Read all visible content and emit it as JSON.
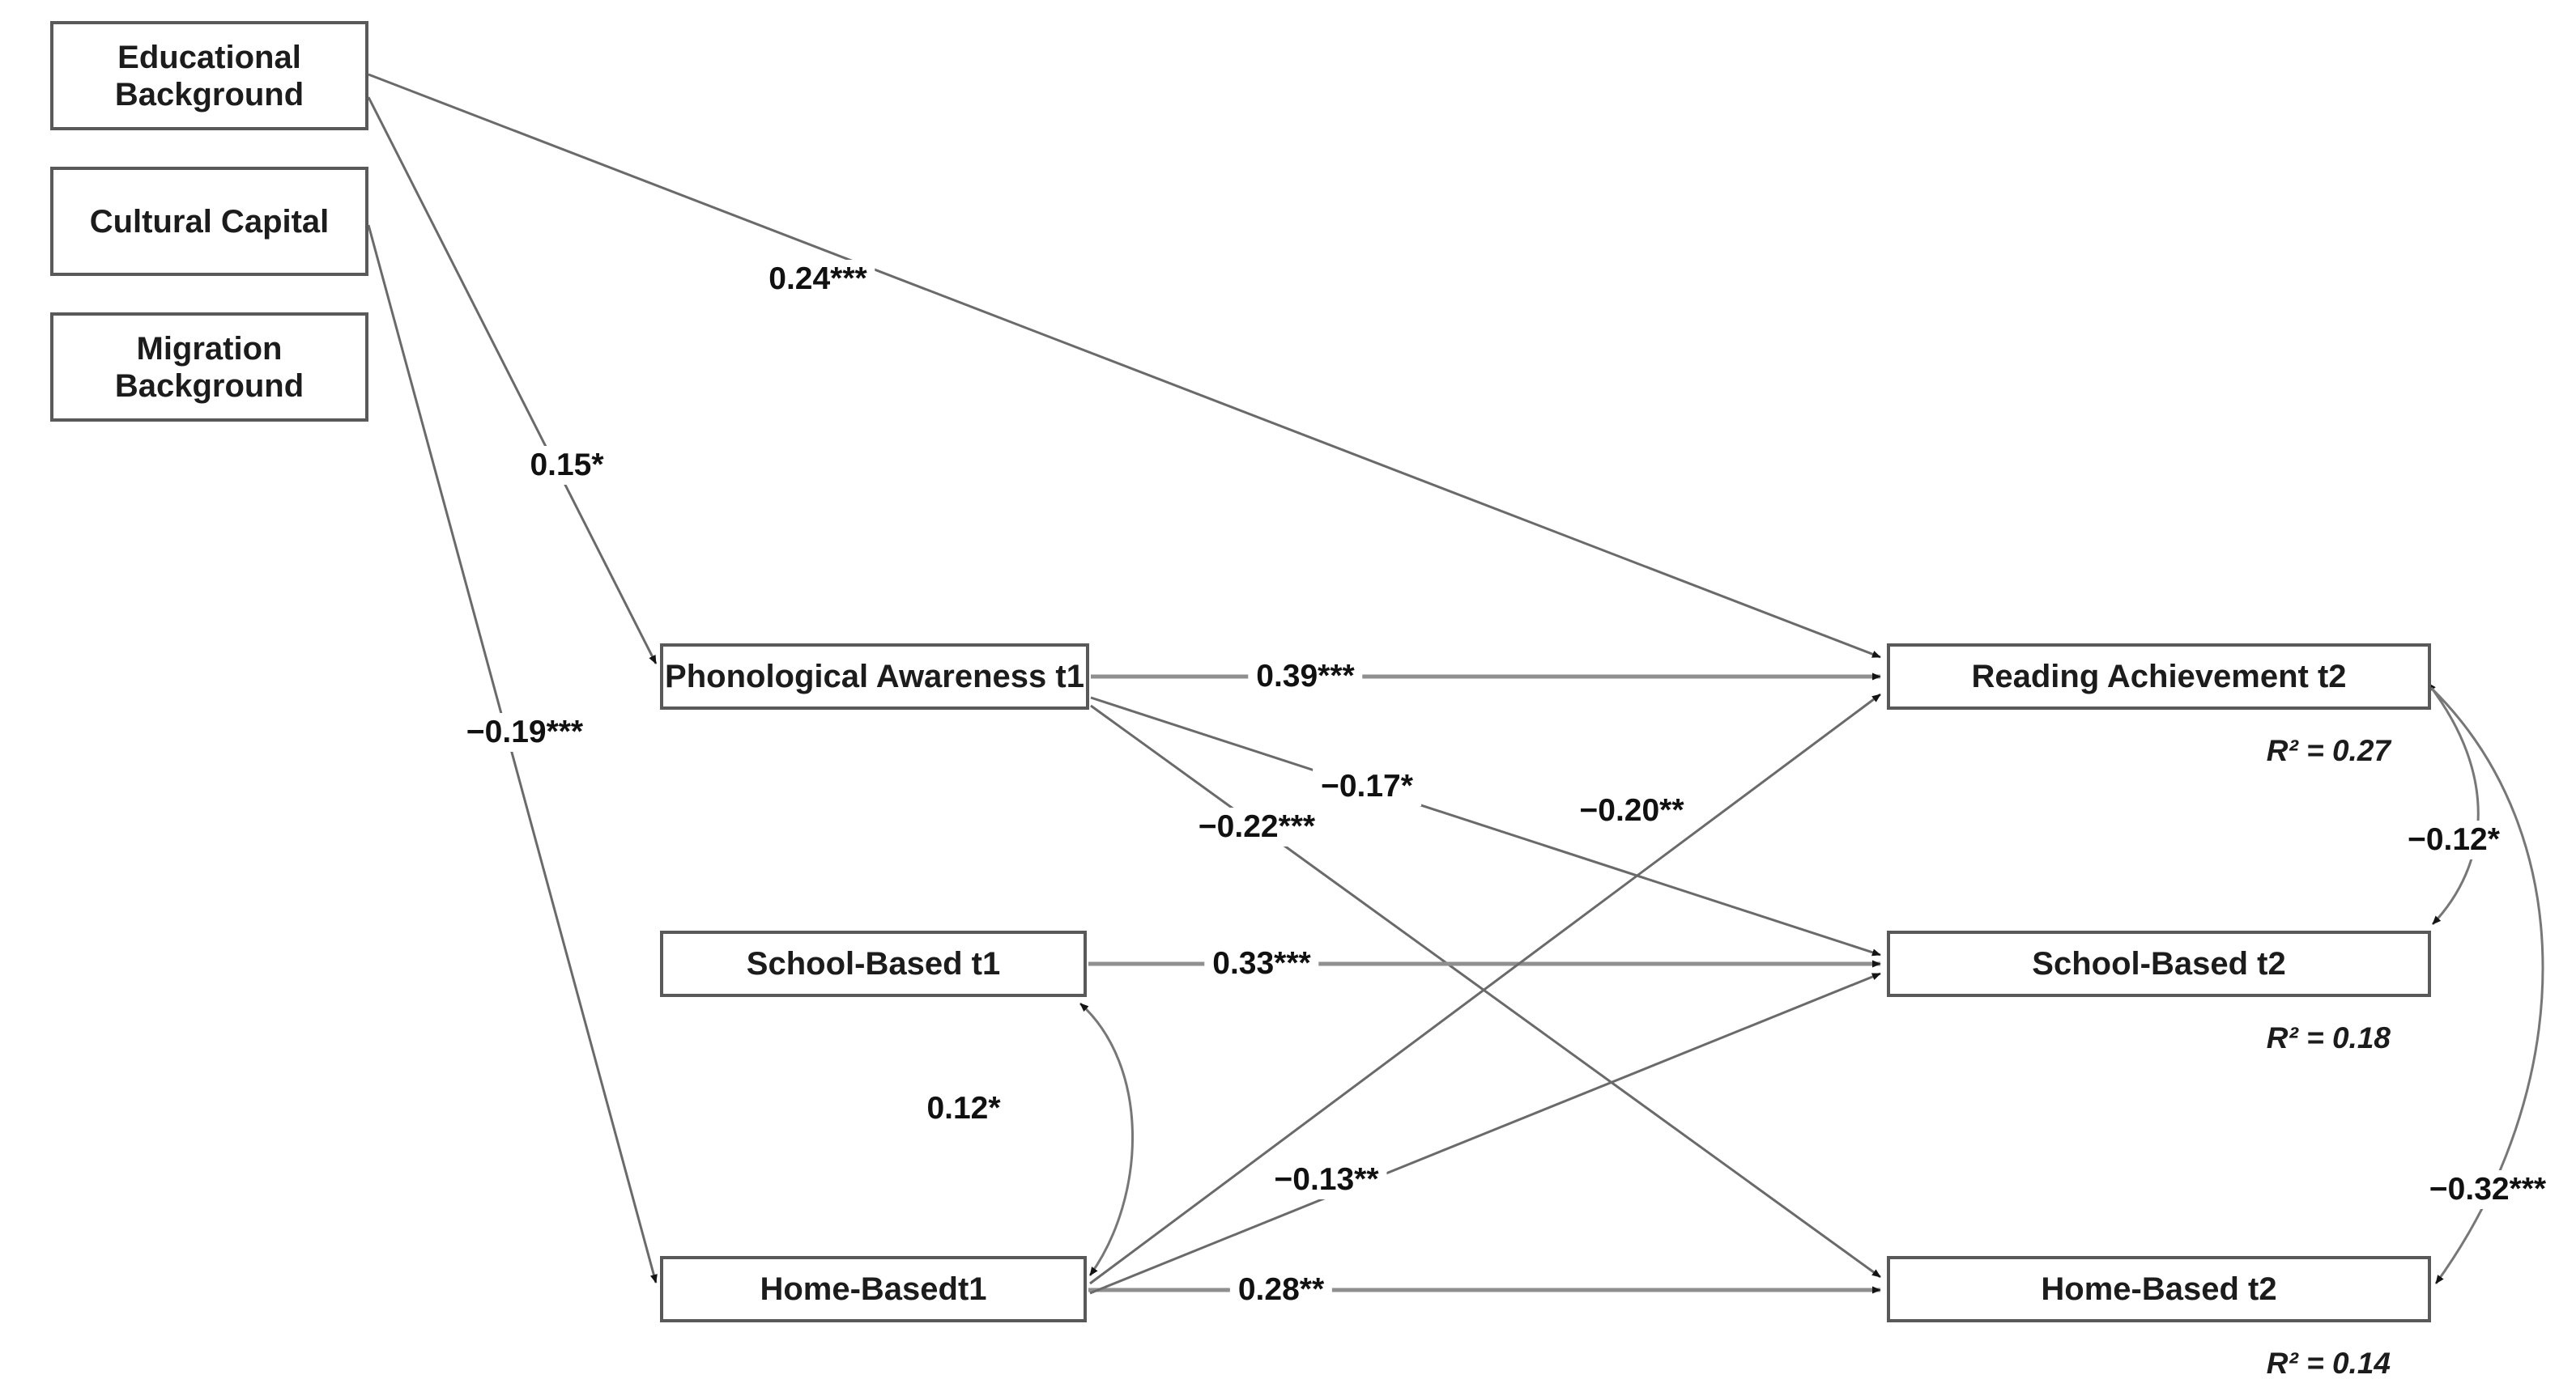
{
  "diagram": {
    "boxes": {
      "eb": {
        "label": "Educational Background"
      },
      "cc": {
        "label": "Cultural Capital"
      },
      "mb": {
        "label": "Migration Background"
      },
      "pa1": {
        "label": "Phonological Awareness t1"
      },
      "sb1": {
        "label": "School-Based t1"
      },
      "hb1": {
        "label": "Home-Basedt1"
      },
      "ra2": {
        "label": "Reading Achievement t2"
      },
      "sb2": {
        "label": "School-Based t2"
      },
      "hb2": {
        "label": "Home-Based t2"
      }
    },
    "r2": {
      "reading": "R² = 0.27",
      "school": "R² = 0.18",
      "home": "R² = 0.14"
    },
    "paths": {
      "eb_ra2": {
        "from": "Educational Background",
        "to": "Reading Achievement t2",
        "label": "0.24***"
      },
      "eb_pa1": {
        "from": "Educational Background",
        "to": "Phonological Awareness t1",
        "label": "0.15*"
      },
      "cc_hb1": {
        "from": "Cultural Capital",
        "to": "Home-Basedt1",
        "label": "−0.19***"
      },
      "pa1_ra2": {
        "from": "Phonological Awareness t1",
        "to": "Reading Achievement t2",
        "label": "0.39***"
      },
      "pa1_sb2": {
        "from": "Phonological Awareness t1",
        "to": "School-Based t2",
        "label": "−0.17*"
      },
      "pa1_hb2": {
        "from": "Phonological Awareness t1",
        "to": "Home-Based t2",
        "label": "−0.22***"
      },
      "sb1_sb2": {
        "from": "School-Based t1",
        "to": "School-Based t2",
        "label": "0.33***"
      },
      "hb1_hb2": {
        "from": "Home-Basedt1",
        "to": "Home-Based t2",
        "label": "0.28**"
      },
      "hb1_ra2": {
        "from": "Home-Basedt1",
        "to": "Reading Achievement t2",
        "label": "−0.20**"
      },
      "hb1_sb2": {
        "from": "Home-Basedt1",
        "to": "School-Based t2",
        "label": "−0.13**"
      },
      "cov_sb1_hb1": {
        "from": "School-Based t1",
        "to": "Home-Basedt1",
        "label": "0.12*",
        "type": "covariance"
      },
      "cov_ra2_sb2": {
        "from": "Reading Achievement t2",
        "to": "School-Based t2",
        "label": "−0.12*",
        "type": "covariance"
      },
      "cov_ra2_hb2": {
        "from": "Reading Achievement t2",
        "to": "Home-Based t2",
        "label": "−0.32***",
        "type": "covariance"
      }
    }
  }
}
